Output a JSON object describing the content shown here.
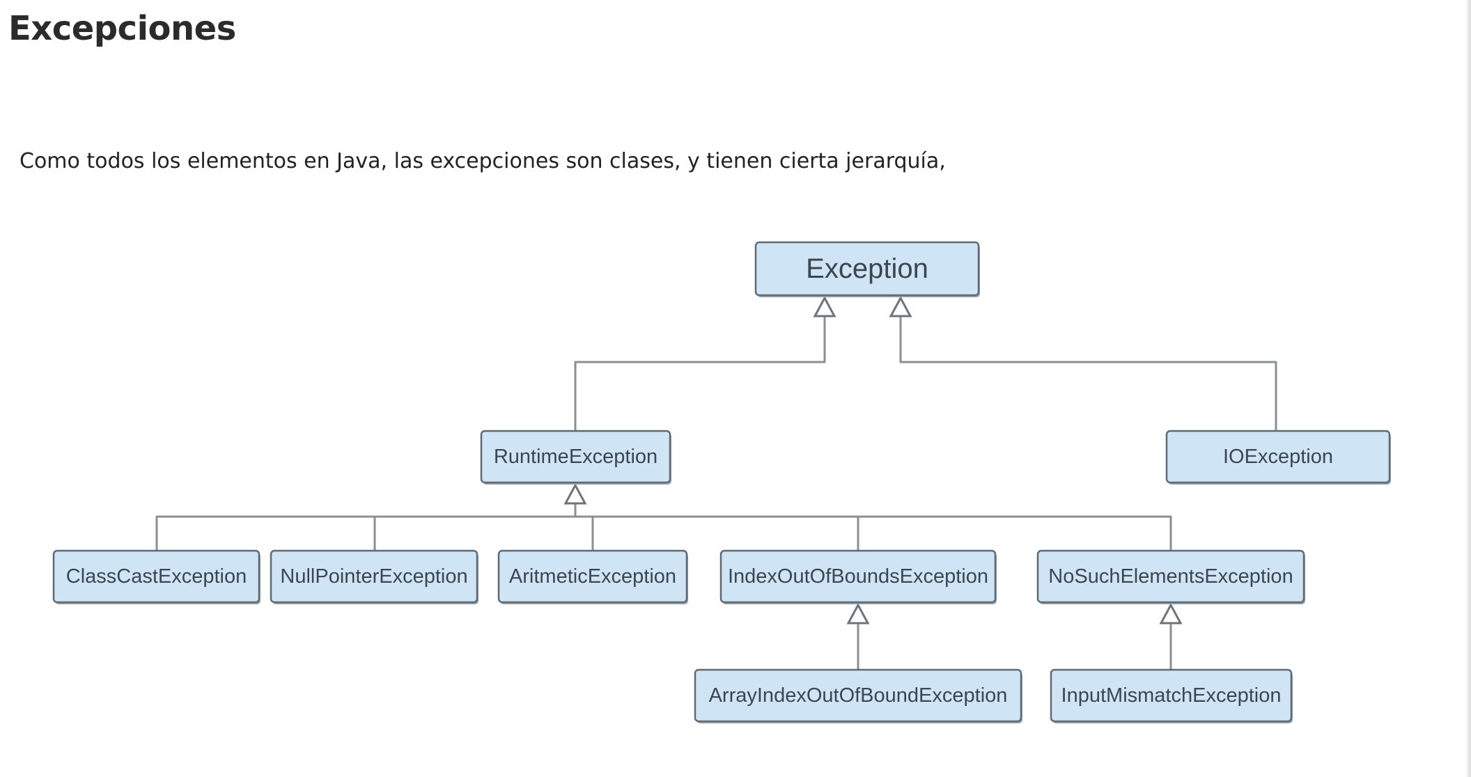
{
  "page": {
    "title": "Excepciones",
    "intro": "Como todos los elementos en Java, las excepciones son clases, y tienen cierta jerarquía,"
  },
  "diagram": {
    "colors": {
      "node_fill": "#cfe4f4",
      "node_stroke": "#5f6973",
      "edge": "#8a8f94"
    },
    "nodes": [
      {
        "id": "exception",
        "label": "Exception"
      },
      {
        "id": "runtime",
        "label": "RuntimeException"
      },
      {
        "id": "io",
        "label": "IOException"
      },
      {
        "id": "classcast",
        "label": "ClassCastException"
      },
      {
        "id": "nullpointer",
        "label": "NullPointerException"
      },
      {
        "id": "aritmetic",
        "label": "AritmeticException"
      },
      {
        "id": "indexoob",
        "label": "IndexOutOfBoundsException"
      },
      {
        "id": "nosuch",
        "label": "NoSuchElementsException"
      },
      {
        "id": "arrayindex",
        "label": "ArrayIndexOutOfBoundException"
      },
      {
        "id": "inputmismatch",
        "label": "InputMismatchException"
      }
    ],
    "edges": [
      {
        "from": "runtime",
        "to": "exception"
      },
      {
        "from": "io",
        "to": "exception"
      },
      {
        "from": "classcast",
        "to": "runtime"
      },
      {
        "from": "nullpointer",
        "to": "runtime"
      },
      {
        "from": "aritmetic",
        "to": "runtime"
      },
      {
        "from": "indexoob",
        "to": "runtime"
      },
      {
        "from": "nosuch",
        "to": "runtime"
      },
      {
        "from": "arrayindex",
        "to": "indexoob"
      },
      {
        "from": "inputmismatch",
        "to": "nosuch"
      }
    ]
  }
}
